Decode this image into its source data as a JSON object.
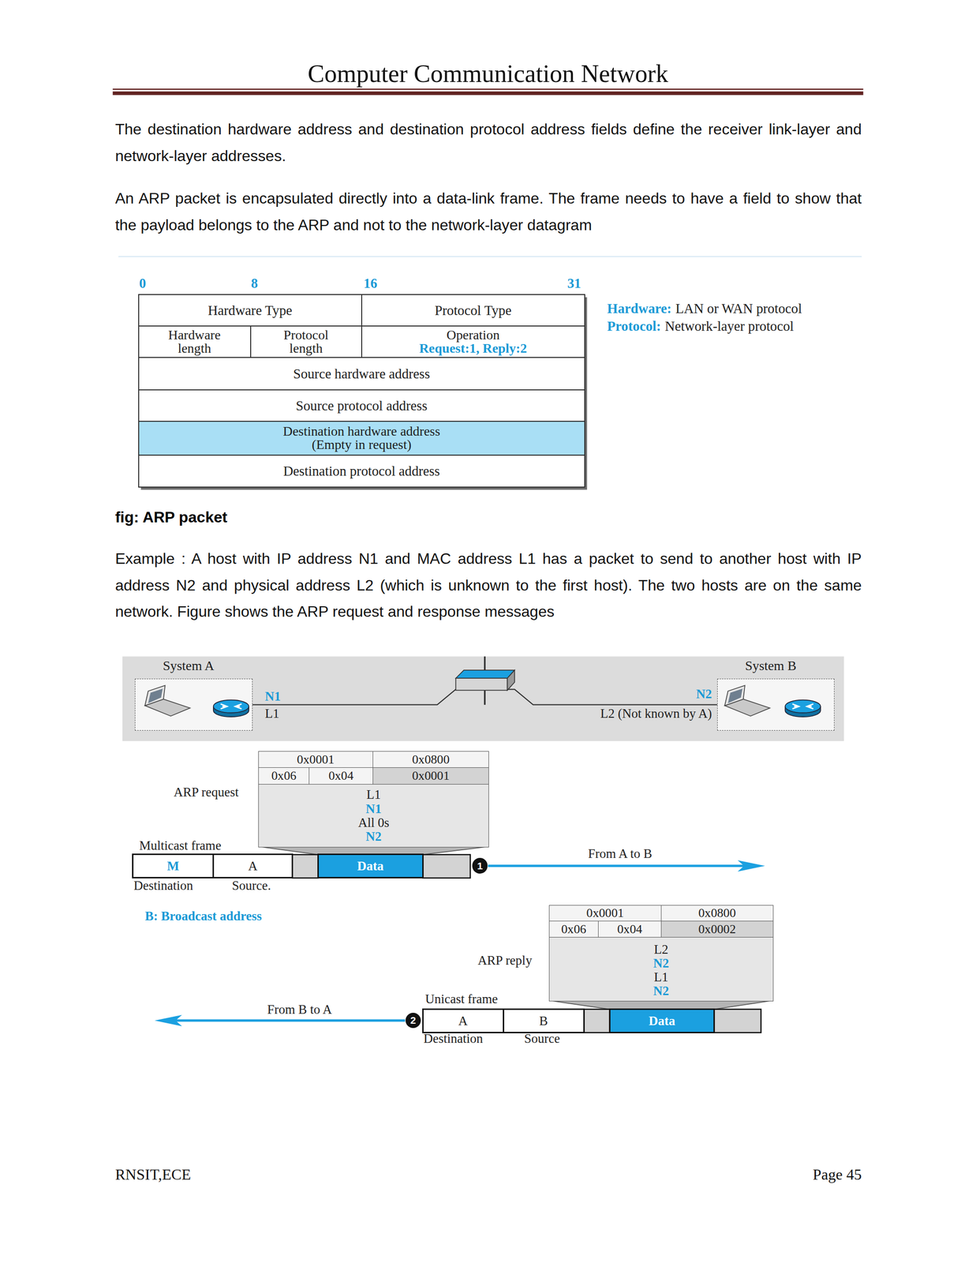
{
  "diagram": {
    "title": "Computer Communication Network",
    "caption": "fig: ARP packet",
    "nodes": [
      {
        "text": [
          "Hardware Type"
        ]
      },
      {
        "text": [
          "Protocol Type"
        ]
      },
      {
        "text": [
          "Hardware length"
        ]
      },
      {
        "text": [
          "Protocol length"
        ]
      },
      {
        "text": [
          "Operation",
          "Request:1, Reply:2"
        ]
      },
      {
        "text": [
          "Source hardware address"
        ]
      },
      {
        "text": [
          "Source protocol address"
        ]
      },
      {
        "text": [
          "Destination hardware address",
          "(Empty in request)"
        ]
      },
      {
        "text": [
          "Destination protocol address"
        ]
      },
      {
        "text": [
          "System A"
        ]
      },
      {
        "text": [
          "System B"
        ]
      },
      {
        "text": [
          "0x0001"
        ]
      },
      {
        "text": [
          "0x0800"
        ]
      },
      {
        "text": [
          "0x06"
        ]
      },
      {
        "text": [
          "0x04"
        ]
      },
      {
        "text": [
          "0x0001"
        ]
      },
      {
        "text": [
          "L1",
          "N1",
          "All 0s",
          "N2"
        ]
      },
      {
        "text": [
          "M"
        ]
      },
      {
        "text": [
          "A"
        ]
      },
      {
        "text": [
          "Data"
        ]
      },
      {
        "text": [
          "0x0001"
        ]
      },
      {
        "text": [
          "0x0800"
        ]
      },
      {
        "text": [
          "0x06"
        ]
      },
      {
        "text": [
          "0x04"
        ]
      },
      {
        "text": [
          "0x0002"
        ]
      },
      {
        "text": [
          "L2",
          "N2",
          "L1",
          "N2"
        ]
      },
      {
        "text": [
          "A"
        ]
      },
      {
        "text": [
          "B"
        ]
      },
      {
        "text": [
          "Data"
        ]
      }
    ],
    "edges": [
      {
        "from": 9,
        "to": 10,
        "arrow": "none"
      }
    ],
    "labels": [
      "The destination hardware address and destination protocol address fields define the receiver link-layer and network-layer addresses.",
      "An ARP packet is encapsulated directly into a data-link frame. The frame needs to have a field to show that the payload belongs to the ARP and not to the network-layer datagram",
      "0",
      "8",
      "16",
      "31",
      "Hardware:",
      "LAN or WAN protocol",
      "Protocol:",
      "Network-layer protocol",
      "Example : A host with IP address N1 and MAC address L1 has a packet to send to another host with IP address N2 and physical address L2 (which is unknown to the first host). The two hosts are on the same network. Figure shows the ARP request and response messages",
      "N1",
      "L1",
      "N2",
      "L2 (Not known by A)",
      "ARP request",
      "Multicast frame",
      "From A to B",
      "1",
      "Destination",
      "Source.",
      "B: Broadcast address",
      "ARP reply",
      "Unicast frame",
      "From B to A",
      "2",
      "Destination",
      "Source",
      "RNSIT,ECE",
      "Page 45"
    ]
  }
}
